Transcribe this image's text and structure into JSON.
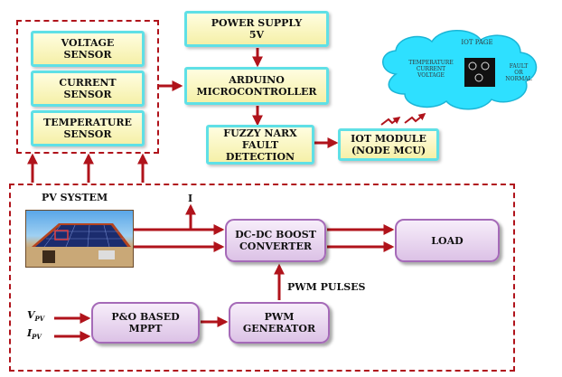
{
  "sensors": {
    "voltage": "VOLTAGE\nSENSOR",
    "current": "CURRENT\nSENSOR",
    "temperature": "TEMPERATURE\nSENSOR"
  },
  "power_supply": "POWER SUPPLY\n5V",
  "arduino": "ARDUINO\nMICROCONTROLLER",
  "fuzzy": "FUZZY NARX\nFAULT\nDETECTION",
  "iot_module": "IOT MODULE\n(NODE MCU)",
  "cloud": {
    "title": "IOT PAGE",
    "left_text": "TEMPERATURE\nCURRENT\nVOLTAGE",
    "right_text": "FAULT\nOR\nNORMAL"
  },
  "pv_system": "PV SYSTEM",
  "current_label": "I",
  "boost": "DC-DC BOOST\nCONVERTER",
  "load": "LOAD",
  "pwm_pulses": "PWM PULSES",
  "mppt": "P&O BASED\nMPPT",
  "pwm_gen": "PWM\nGENERATOR",
  "vpv": {
    "main": "V",
    "sub": "PV"
  },
  "ipv": {
    "main": "I",
    "sub": "PV"
  },
  "colors": {
    "arrow": "#b0131b",
    "dashed": "#b0131b",
    "yellow_fill": "#f5f0a8",
    "cyan_border": "#5fe0e6",
    "purple_fill": "#dcc2e6",
    "purple_border": "#a56ab8",
    "cloud": "#2ee0ff"
  }
}
